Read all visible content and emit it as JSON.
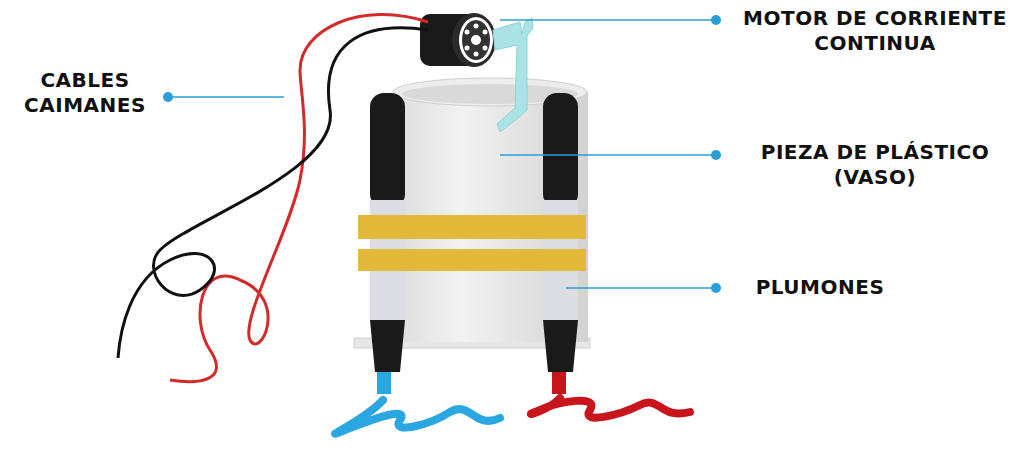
{
  "diagram": {
    "labels": [
      "CABLES CAIMANES",
      "MOTOR DE CORRIENTE CONTINUA",
      "PIEZA DE PLÁSTICO (VASO)",
      "PLUMONES"
    ]
  }
}
